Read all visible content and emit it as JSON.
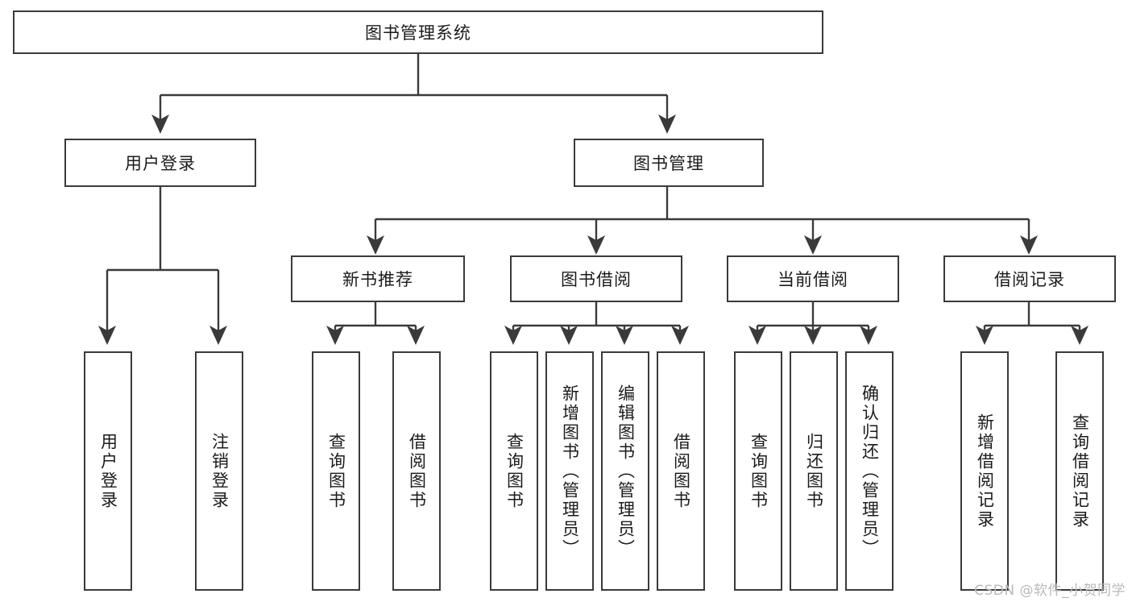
{
  "diagram": {
    "type": "tree",
    "title": "图书管理系统",
    "root": {
      "id": "root",
      "label": "图书管理系统"
    },
    "level2": [
      {
        "id": "login",
        "label": "用户登录"
      },
      {
        "id": "bookmgmt",
        "label": "图书管理"
      }
    ],
    "level3": [
      {
        "id": "newbook",
        "label": "新书推荐",
        "parent": "bookmgmt"
      },
      {
        "id": "borrow",
        "label": "图书借阅",
        "parent": "bookmgmt"
      },
      {
        "id": "current",
        "label": "当前借阅",
        "parent": "bookmgmt"
      },
      {
        "id": "record",
        "label": "借阅记录",
        "parent": "bookmgmt"
      }
    ],
    "leaves": [
      {
        "id": "leaf-user-login",
        "label": "用户登录",
        "parent": "login"
      },
      {
        "id": "leaf-user-logout",
        "label": "注销登录",
        "parent": "login"
      },
      {
        "id": "leaf-newbook-query",
        "label": "查询图书",
        "parent": "newbook"
      },
      {
        "id": "leaf-newbook-borrow",
        "label": "借阅图书",
        "parent": "newbook"
      },
      {
        "id": "leaf-borrow-query",
        "label": "查询图书",
        "parent": "borrow"
      },
      {
        "id": "leaf-borrow-add",
        "label": "新增图书（管理员）",
        "parent": "borrow"
      },
      {
        "id": "leaf-borrow-edit",
        "label": "编辑图书（管理员）",
        "parent": "borrow"
      },
      {
        "id": "leaf-borrow-lend",
        "label": "借阅图书",
        "parent": "borrow"
      },
      {
        "id": "leaf-current-query",
        "label": "查询图书",
        "parent": "current"
      },
      {
        "id": "leaf-current-return",
        "label": "归还图书",
        "parent": "current"
      },
      {
        "id": "leaf-current-confirm",
        "label": "确认归还（管理员）",
        "parent": "current"
      },
      {
        "id": "leaf-record-add",
        "label": "新增借阅记录",
        "parent": "record"
      },
      {
        "id": "leaf-record-query",
        "label": "查询借阅记录",
        "parent": "record"
      }
    ],
    "colors": {
      "background": "#ffffff",
      "node_fill": "#ffffff",
      "node_border": "#3a3a3a",
      "edge": "#3a3a3a",
      "text": "#1b1b1b",
      "watermark": "#b9b9b9"
    }
  },
  "watermark": {
    "text": "CSDN @软件_小贺同学"
  }
}
